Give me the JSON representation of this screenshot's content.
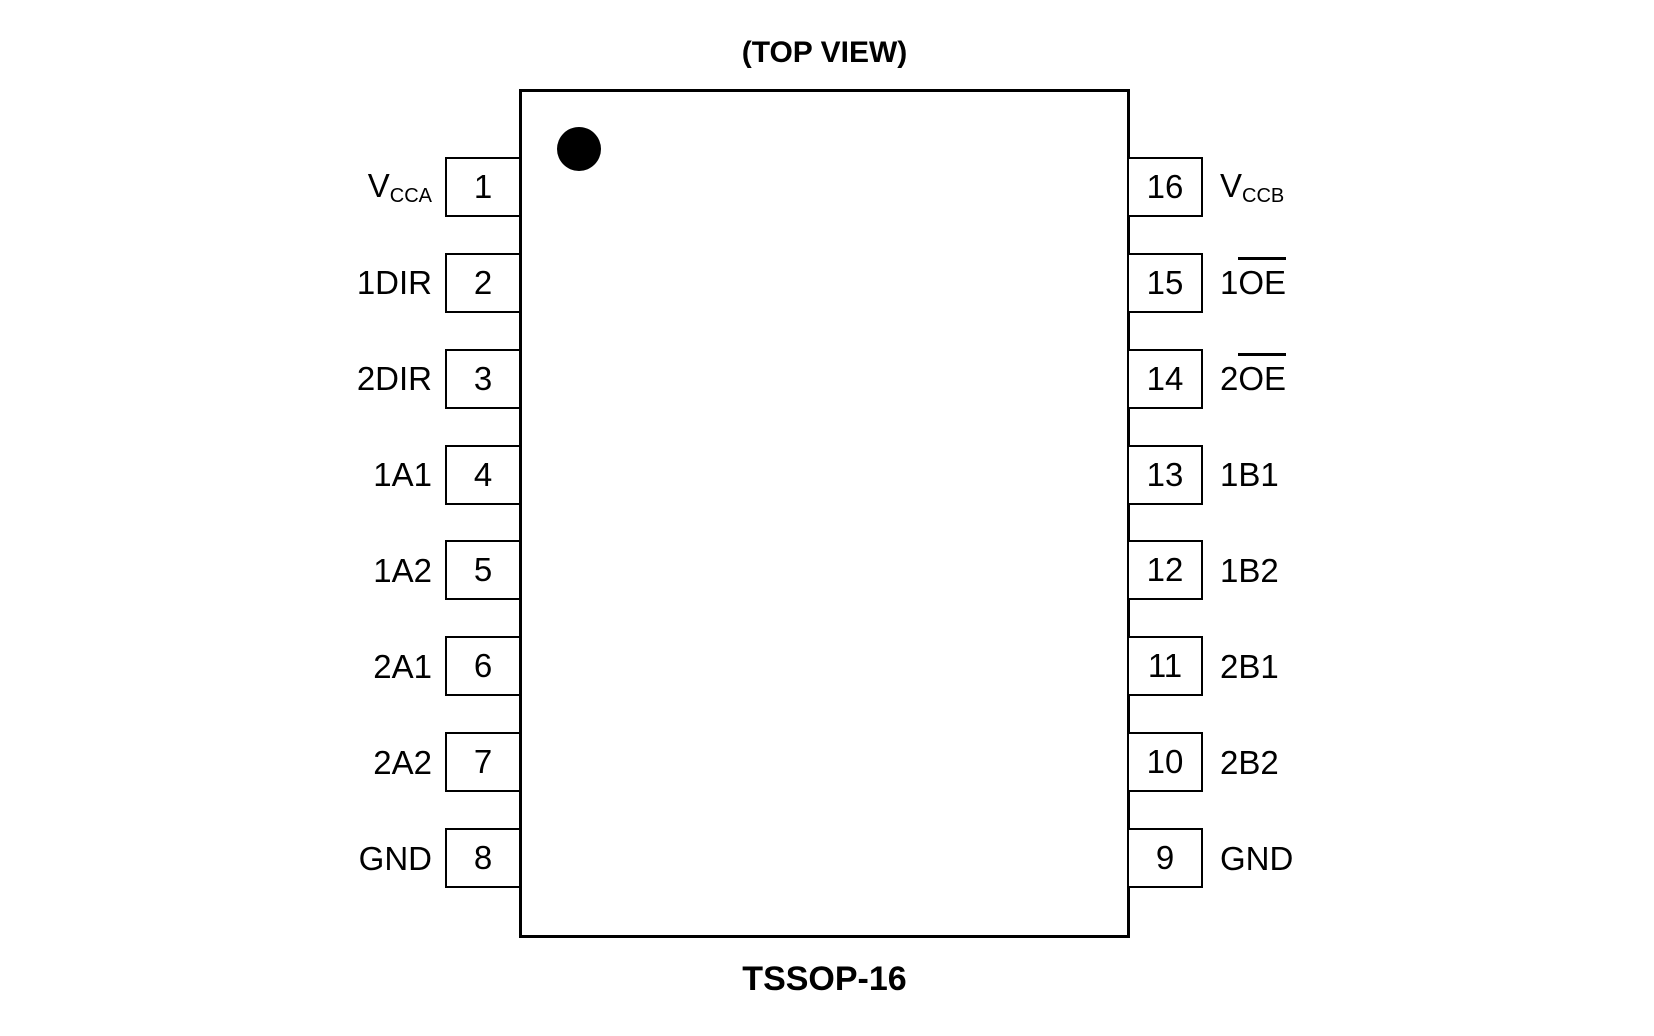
{
  "title": "(TOP VIEW)",
  "package_label": "TSSOP-16",
  "colors": {
    "ink": "#000000",
    "paper": "#ffffff"
  },
  "chip": {
    "pin1_indicator": "filled-circle",
    "left_pins": [
      {
        "num": "1",
        "label": [
          {
            "t": "V"
          },
          {
            "t": "CCA",
            "style": "sub"
          }
        ]
      },
      {
        "num": "2",
        "label": [
          {
            "t": "1DIR"
          }
        ]
      },
      {
        "num": "3",
        "label": [
          {
            "t": "2DIR"
          }
        ]
      },
      {
        "num": "4",
        "label": [
          {
            "t": "1A1"
          }
        ]
      },
      {
        "num": "5",
        "label": [
          {
            "t": "1A2"
          }
        ]
      },
      {
        "num": "6",
        "label": [
          {
            "t": "2A1"
          }
        ]
      },
      {
        "num": "7",
        "label": [
          {
            "t": "2A2"
          }
        ]
      },
      {
        "num": "8",
        "label": [
          {
            "t": "GND"
          }
        ]
      }
    ],
    "right_pins": [
      {
        "num": "16",
        "label": [
          {
            "t": "V"
          },
          {
            "t": "CCB",
            "style": "sub"
          }
        ]
      },
      {
        "num": "15",
        "label": [
          {
            "t": "1"
          },
          {
            "t": "OE",
            "style": "over"
          }
        ]
      },
      {
        "num": "14",
        "label": [
          {
            "t": "2"
          },
          {
            "t": "OE",
            "style": "over"
          }
        ]
      },
      {
        "num": "13",
        "label": [
          {
            "t": "1B1"
          }
        ]
      },
      {
        "num": "12",
        "label": [
          {
            "t": "1B2"
          }
        ]
      },
      {
        "num": "11",
        "label": [
          {
            "t": "2B1"
          }
        ]
      },
      {
        "num": "10",
        "label": [
          {
            "t": "2B2"
          }
        ]
      },
      {
        "num": "9",
        "label": [
          {
            "t": "GND"
          }
        ]
      }
    ]
  }
}
